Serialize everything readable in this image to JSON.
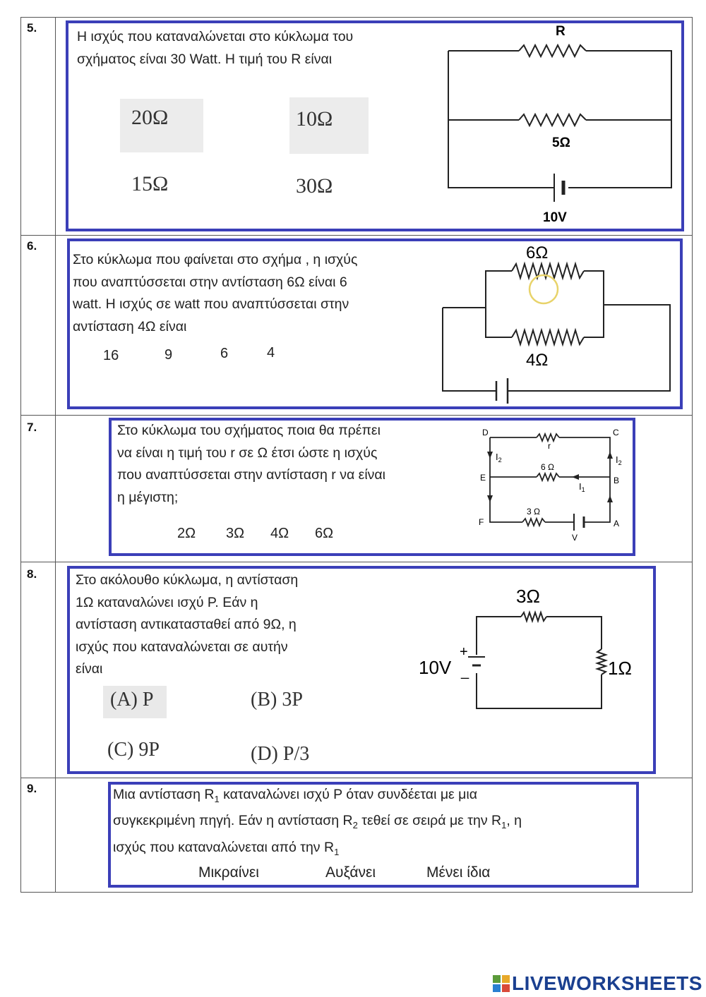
{
  "questions": [
    {
      "number": "5.",
      "text": "Η ισχύς που καταναλώνεται στο κύκλωμα του\nσχήματος είναι 30 Watt. Η τιμή του R είναι",
      "options": [
        "20Ω",
        "10Ω",
        "15Ω",
        "30Ω"
      ],
      "figure": {
        "r_label": "R",
        "r2_label": "5Ω",
        "source_label": "10V"
      }
    },
    {
      "number": "6.",
      "text": "Στο κύκλωμα που φαίνεται στο σχήμα , η ισχύς\nπου αναπτύσσεται  στην αντίσταση 6Ω είναι 6\nwatt. Η ισχύς σε watt που αναπτύσσεται  στην\nαντίσταση 4Ω είναι",
      "options": [
        "16",
        "9",
        "6",
        "4"
      ],
      "figure": {
        "r_top_label": "6Ω",
        "r_bottom_label": "4Ω"
      }
    },
    {
      "number": "7.",
      "text": "Στο κύκλωμα του σχήματος ποια θα πρέπει\nνα είναι η τιμή του r σε  Ω έτσι ώστε η ισχύς\nπου αναπτύσσεται στην αντίσταση r να είναι\nη μέγιστη;",
      "options": [
        "2Ω",
        "3Ω",
        "4Ω",
        "6Ω"
      ],
      "figure": {
        "node_d": "D",
        "node_c": "C",
        "node_e": "E",
        "node_b": "B",
        "node_f": "F",
        "node_a": "A",
        "r_label": "r",
        "r_mid_label": "6 Ω",
        "r_bottom_label": "3 Ω",
        "source_label": "V",
        "i1": "I",
        "i1_sub": "1",
        "i2": "I",
        "i2_sub": "2"
      }
    },
    {
      "number": "8.",
      "text": "Στο ακόλουθο κύκλωμα, η αντίσταση\n1Ω καταναλώνει ισχύ P. Εάν η\nαντίσταση αντικατασταθεί από 9Ω, η\nισχύς που καταναλώνεται σε αυτήν\nείναι",
      "options": [
        "(A) P",
        "(B) 3P",
        "(C) 9P",
        "(D) P/3"
      ],
      "figure": {
        "r_top_label": "3Ω",
        "r_right_label": "1Ω",
        "source_label": "10V",
        "plus": "+",
        "minus": "_"
      }
    },
    {
      "number": "9.",
      "text_lines": [
        {
          "a": "Μια αντίσταση R",
          "sub": "1",
          "b": " καταναλώνει ισχύ P όταν συνδέεται με μια"
        },
        {
          "a": "συγκεκριμένη πηγή. Εάν η αντίσταση R",
          "sub": "2",
          "b": " τεθεί σε σειρά με την  R",
          "sub2": "1",
          "c": ", η"
        },
        {
          "a": "ισχύς που καταναλώνεται  από την R",
          "sub": "1",
          "b": ""
        }
      ],
      "options": [
        "Μικραίνει",
        "Αυξάνει",
        "Μένει ίδια"
      ]
    }
  ],
  "footer": {
    "logo_text": "LIVEWORKSHEETS"
  },
  "colors": {
    "frame": "#3b3fb8",
    "logo": "#1a3f8f"
  }
}
